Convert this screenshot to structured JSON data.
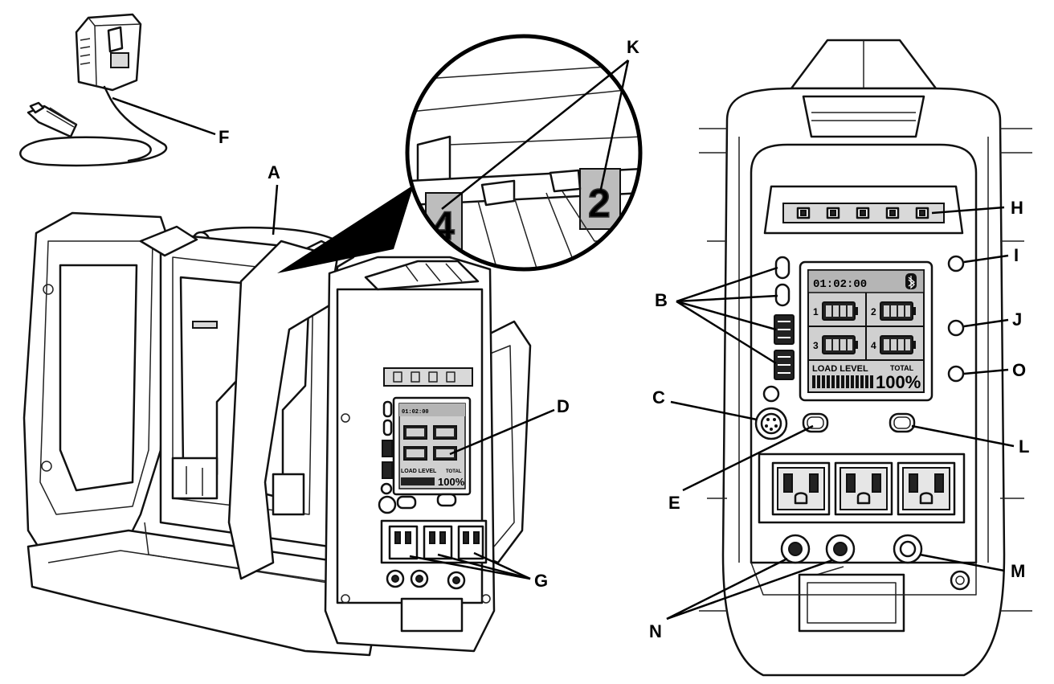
{
  "callouts": {
    "A": "A",
    "B": "B",
    "C": "C",
    "D": "D",
    "E": "E",
    "F": "F",
    "G": "G",
    "H": "H",
    "I": "I",
    "J": "J",
    "K": "K",
    "L": "L",
    "M": "M",
    "N": "N",
    "O": "O"
  },
  "display": {
    "time": "01:02:00",
    "bays": [
      "1",
      "2",
      "3",
      "4"
    ],
    "load_label": "LOAD LEVEL",
    "total_label": "TOTAL",
    "total_value": "100%"
  },
  "small_display": {
    "time": "01:02:00",
    "load_label": "LOAD LEVEL",
    "total_label": "TOTAL",
    "total_value": "100%"
  },
  "zoom_bays": {
    "left": "4",
    "right": "2"
  },
  "colors": {
    "ink": "#111111",
    "lcd_header": "#b5b5b5",
    "lcd_body": "#d0d0d0",
    "socket_grey": "#e6e6e6"
  }
}
